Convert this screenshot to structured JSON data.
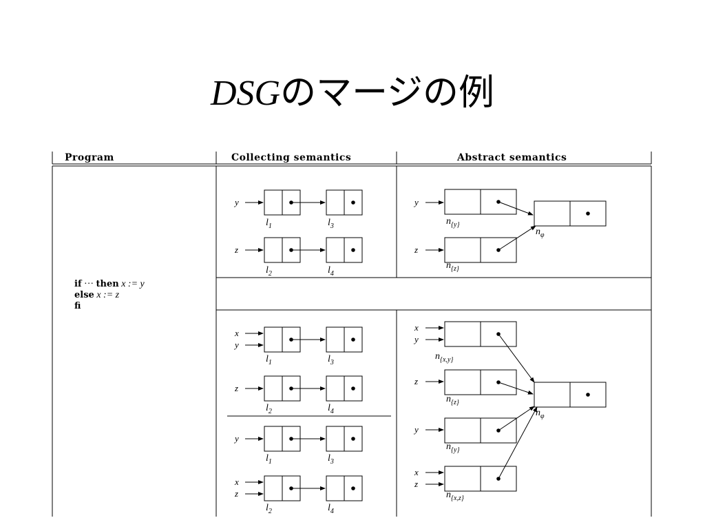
{
  "title": {
    "latin": "DSG",
    "jp": "のマージの例"
  },
  "table": {
    "headers": {
      "program": "Program",
      "collecting": "Collecting semantics",
      "abstract": "Abstract semantics"
    }
  },
  "program": {
    "line1": {
      "kw1": "if",
      "dots": " ··· ",
      "kw2": "then",
      "assign": " x := y"
    },
    "line2": {
      "kw": "else",
      "assign": " x := z"
    },
    "line3": {
      "kw": "fi"
    }
  },
  "labels": {
    "y": "y",
    "z": "z",
    "x": "x",
    "l": "l",
    "n": "n",
    "s1": "1",
    "s2": "2",
    "s3": "3",
    "s4": "4",
    "sy": "{y}",
    "sz": "{z}",
    "sxy": "{x,y}",
    "sxz": "{x,z}",
    "sphi": "φ"
  }
}
